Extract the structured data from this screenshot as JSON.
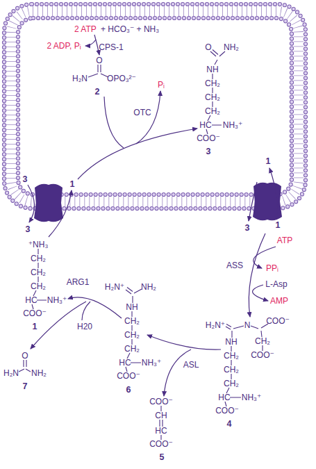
{
  "diagram": {
    "labels": [
      "2 ATP",
      "+ HCO₃⁻ + NH₃",
      "2 ADP, Pᵢ",
      "CPS-1",
      "O",
      "H₂N",
      "OPO₃²⁻",
      "2",
      "Pᵢ",
      "OTC",
      "O",
      "NH₂",
      "NH",
      "CH₂",
      "CH₂",
      "CH₂",
      "HC",
      "NH₃⁺",
      "COO⁻",
      "3",
      "3",
      "1",
      "1",
      "3",
      "3",
      "1",
      "⁺NH₃",
      "CH₂",
      "CH₂",
      "CH₂",
      "HC",
      "NH₃⁺",
      "COO⁻",
      "1",
      "ATP",
      "PPᵢ",
      "ASS",
      "L-Asp",
      "AMP",
      "H₂N⁺",
      "N",
      "COO⁻",
      "NH",
      "CH₂",
      "CH₂",
      "COO⁻",
      "CH₂",
      "CH₂",
      "HC",
      "NH₃⁺",
      "COO⁻",
      "4",
      "ASL",
      "COO⁻",
      "CH",
      "HC",
      "COO⁻",
      "5",
      "H₂N⁺",
      "NH₂",
      "NH",
      "CH₂",
      "CH₂",
      "CH₂",
      "HC",
      "NH₃⁺",
      "COO⁻",
      "6",
      "ARG1",
      "H20",
      "O",
      "H₂N",
      "NH₂",
      "7"
    ]
  }
}
